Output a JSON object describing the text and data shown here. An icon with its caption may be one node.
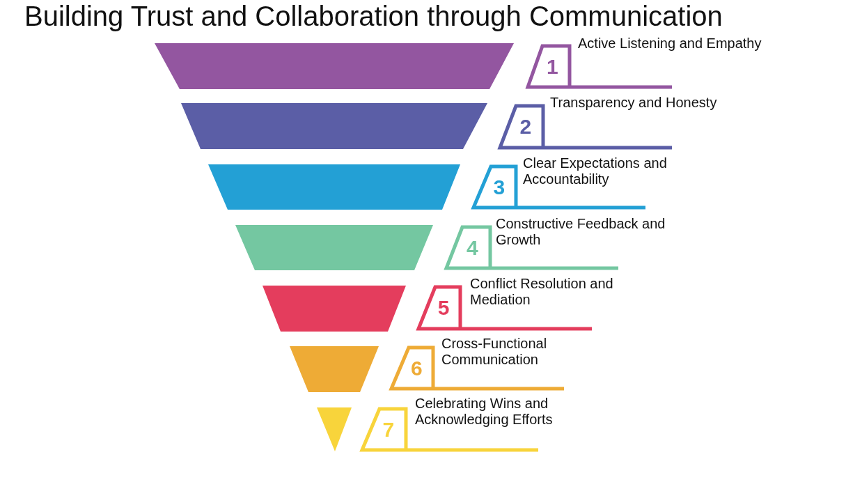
{
  "diagram": {
    "title": "Building Trust and Collaboration through Communication",
    "nodes": [
      {
        "text": [],
        "shape": "trapezoid"
      },
      {
        "text": [
          "1",
          "Active Listening and Empathy"
        ]
      },
      {
        "text": [],
        "shape": "trapezoid"
      },
      {
        "text": [
          "2",
          "Transparency and Honesty"
        ]
      },
      {
        "text": [],
        "shape": "trapezoid"
      },
      {
        "text": [
          "3",
          "Clear Expectations and Accountability"
        ]
      },
      {
        "text": [],
        "shape": "trapezoid"
      },
      {
        "text": [
          "4",
          "Constructive Feedback and Growth"
        ]
      },
      {
        "text": [],
        "shape": "trapezoid"
      },
      {
        "text": [
          "5",
          "Conflict Resolution and Mediation"
        ]
      },
      {
        "text": [],
        "shape": "trapezoid"
      },
      {
        "text": [
          "6",
          "Cross-Functional Communication"
        ]
      },
      {
        "text": [],
        "shape": "triangle"
      },
      {
        "text": [
          "7",
          "Celebrating Wins and Acknowledging Efforts"
        ]
      }
    ]
  }
}
